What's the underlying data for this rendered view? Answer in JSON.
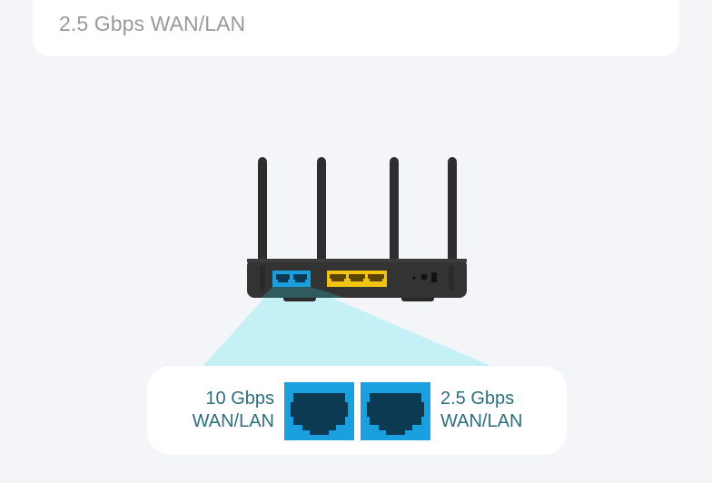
{
  "top_card": {
    "label": "2.5 Gbps WAN/LAN"
  },
  "router_illustration": {
    "antenna_count": 4,
    "blue_port_count": 2,
    "yellow_port_count": 3,
    "colors": {
      "body": "#303030",
      "blue_ports": "#1aa0df",
      "yellow_ports": "#f2c311",
      "beam": "#c5f1f6"
    }
  },
  "ports_card": {
    "left_port": {
      "speed": "10 Gbps",
      "type": "WAN/LAN"
    },
    "right_port": {
      "speed": "2.5 Gbps",
      "type": "WAN/LAN"
    },
    "colors": {
      "port_fill": "#1aa0df",
      "port_socket": "#0c3a52",
      "text": "#2c6f7d"
    }
  }
}
